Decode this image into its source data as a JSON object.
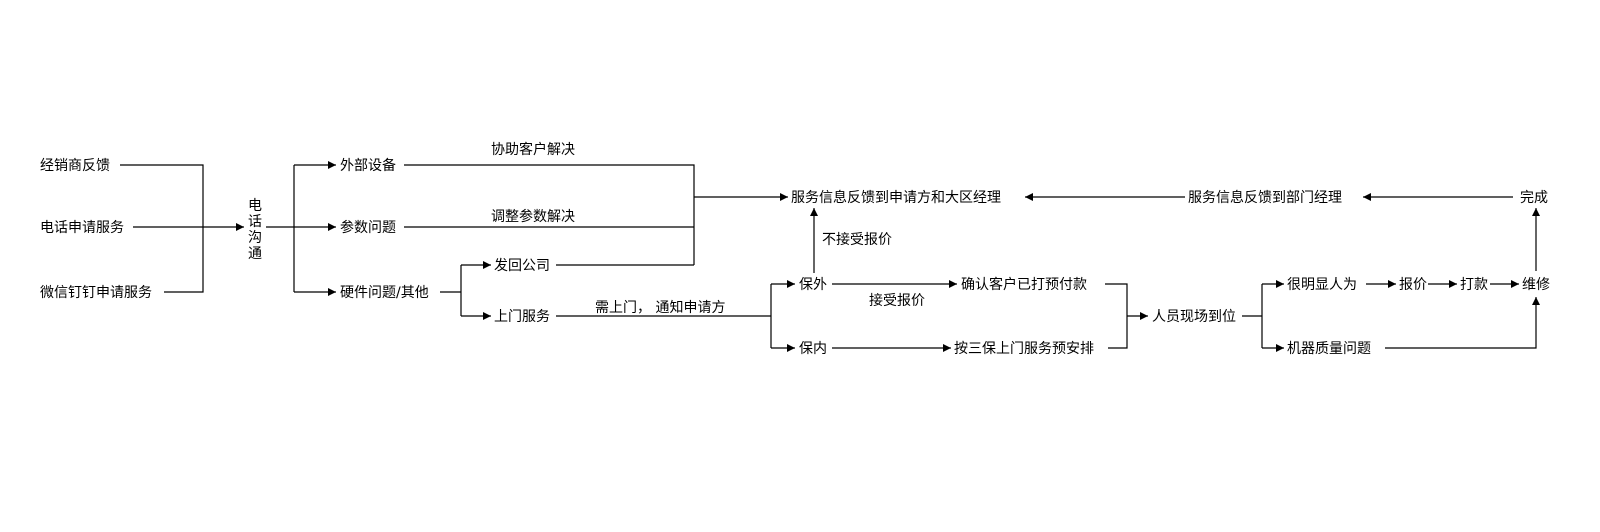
{
  "nodes": {
    "dealer": "经销商反馈",
    "phone_apply": "电话申请服务",
    "wechat": "微信钉钉申请服务",
    "comm": [
      "电",
      "话",
      "沟",
      "通"
    ],
    "external": "外部设备",
    "params": "参数问题",
    "hardware": "硬件问题/其他",
    "return": "发回公司",
    "onsite": "上门服务",
    "out_warranty": "保外",
    "in_warranty": "保内",
    "confirm_pay": "确认客户已打预付款",
    "arrange": "按三保上门服务预安排",
    "arrive": "人员现场到位",
    "human": "很明显人为",
    "quote": "报价",
    "pay": "打款",
    "repair": "维修",
    "quality": "机器质量问题",
    "complete": "完成",
    "feedback_dept": "服务信息反馈到部门经理",
    "feedback_final": "服务信息反馈到申请方和大区经理"
  },
  "edge_labels": {
    "assist": "协助客户解决",
    "adjust": "调整参数解决",
    "notify": "需上门，  通知申请方",
    "accept": "接受报价",
    "reject": "不接受报价"
  }
}
